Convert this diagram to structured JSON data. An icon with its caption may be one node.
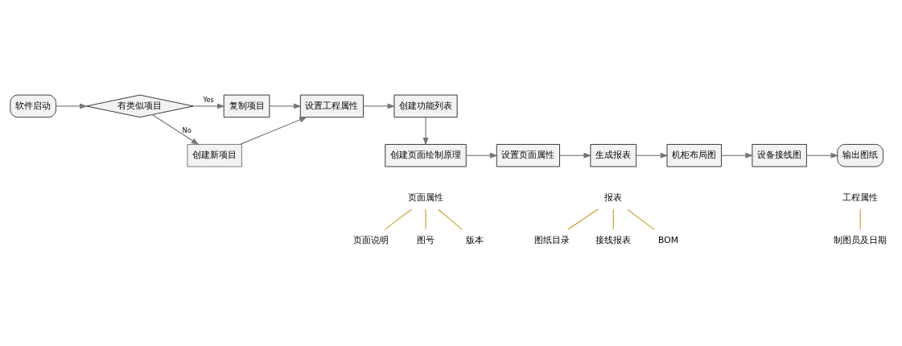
{
  "diagram": {
    "nodes": [
      {
        "text": [
          "软件启动"
        ]
      },
      {
        "text": [
          "有类似项目"
        ]
      },
      {
        "text": [
          "复制项目"
        ]
      },
      {
        "text": [
          "创建新项目"
        ]
      },
      {
        "text": [
          "设置工程属性"
        ]
      },
      {
        "text": [
          "创建功能列表"
        ]
      },
      {
        "text": [
          "创建页面绘制原理"
        ]
      },
      {
        "text": [
          "设置页面属性"
        ]
      },
      {
        "text": [
          "生成报表"
        ]
      },
      {
        "text": [
          "机柜布局图"
        ]
      },
      {
        "text": [
          "设备接线图"
        ]
      },
      {
        "text": [
          "输出图纸"
        ]
      },
      {
        "text": [
          "工程属性"
        ]
      },
      {
        "text": [
          "制图员及日期"
        ]
      },
      {
        "text": [
          "报表"
        ]
      },
      {
        "text": [
          "图纸目录"
        ]
      },
      {
        "text": [
          "接线报表"
        ]
      },
      {
        "text": [
          "BOM"
        ]
      },
      {
        "text": [
          "页面属性"
        ]
      },
      {
        "text": [
          "页面说明"
        ]
      },
      {
        "text": [
          "图号"
        ]
      },
      {
        "text": [
          "版本"
        ]
      }
    ],
    "edges": [
      {
        "from": 0,
        "to": 1,
        "arrow": "to"
      },
      {
        "from": 1,
        "to": 2,
        "arrow": "to",
        "label": "Yes"
      },
      {
        "from": 1,
        "to": 3,
        "arrow": "to",
        "label": "No"
      },
      {
        "from": 2,
        "to": 4,
        "arrow": "to"
      },
      {
        "from": 3,
        "to": 4,
        "arrow": "to"
      },
      {
        "from": 4,
        "to": 5,
        "arrow": "to"
      },
      {
        "from": 5,
        "to": 6,
        "arrow": "to"
      },
      {
        "from": 6,
        "to": 7,
        "arrow": "to"
      },
      {
        "from": 7,
        "to": 8,
        "arrow": "to"
      },
      {
        "from": 8,
        "to": 9,
        "arrow": "to"
      },
      {
        "from": 9,
        "to": 10,
        "arrow": "to"
      },
      {
        "from": 10,
        "to": 11,
        "arrow": "to"
      },
      {
        "from": 12,
        "to": 13,
        "arrow": "none",
        "color": "#c8a02a"
      },
      {
        "from": 14,
        "to": 15,
        "arrow": "none",
        "color": "#c8a02a"
      },
      {
        "from": 14,
        "to": 16,
        "arrow": "none",
        "color": "#c8a02a"
      },
      {
        "from": 14,
        "to": 17,
        "arrow": "none",
        "color": "#c8a02a"
      },
      {
        "from": 18,
        "to": 19,
        "arrow": "none",
        "color": "#c8a02a"
      },
      {
        "from": 18,
        "to": 20,
        "arrow": "none",
        "color": "#c8a02a"
      },
      {
        "from": 18,
        "to": 21,
        "arrow": "none",
        "color": "#c8a02a"
      }
    ]
  }
}
